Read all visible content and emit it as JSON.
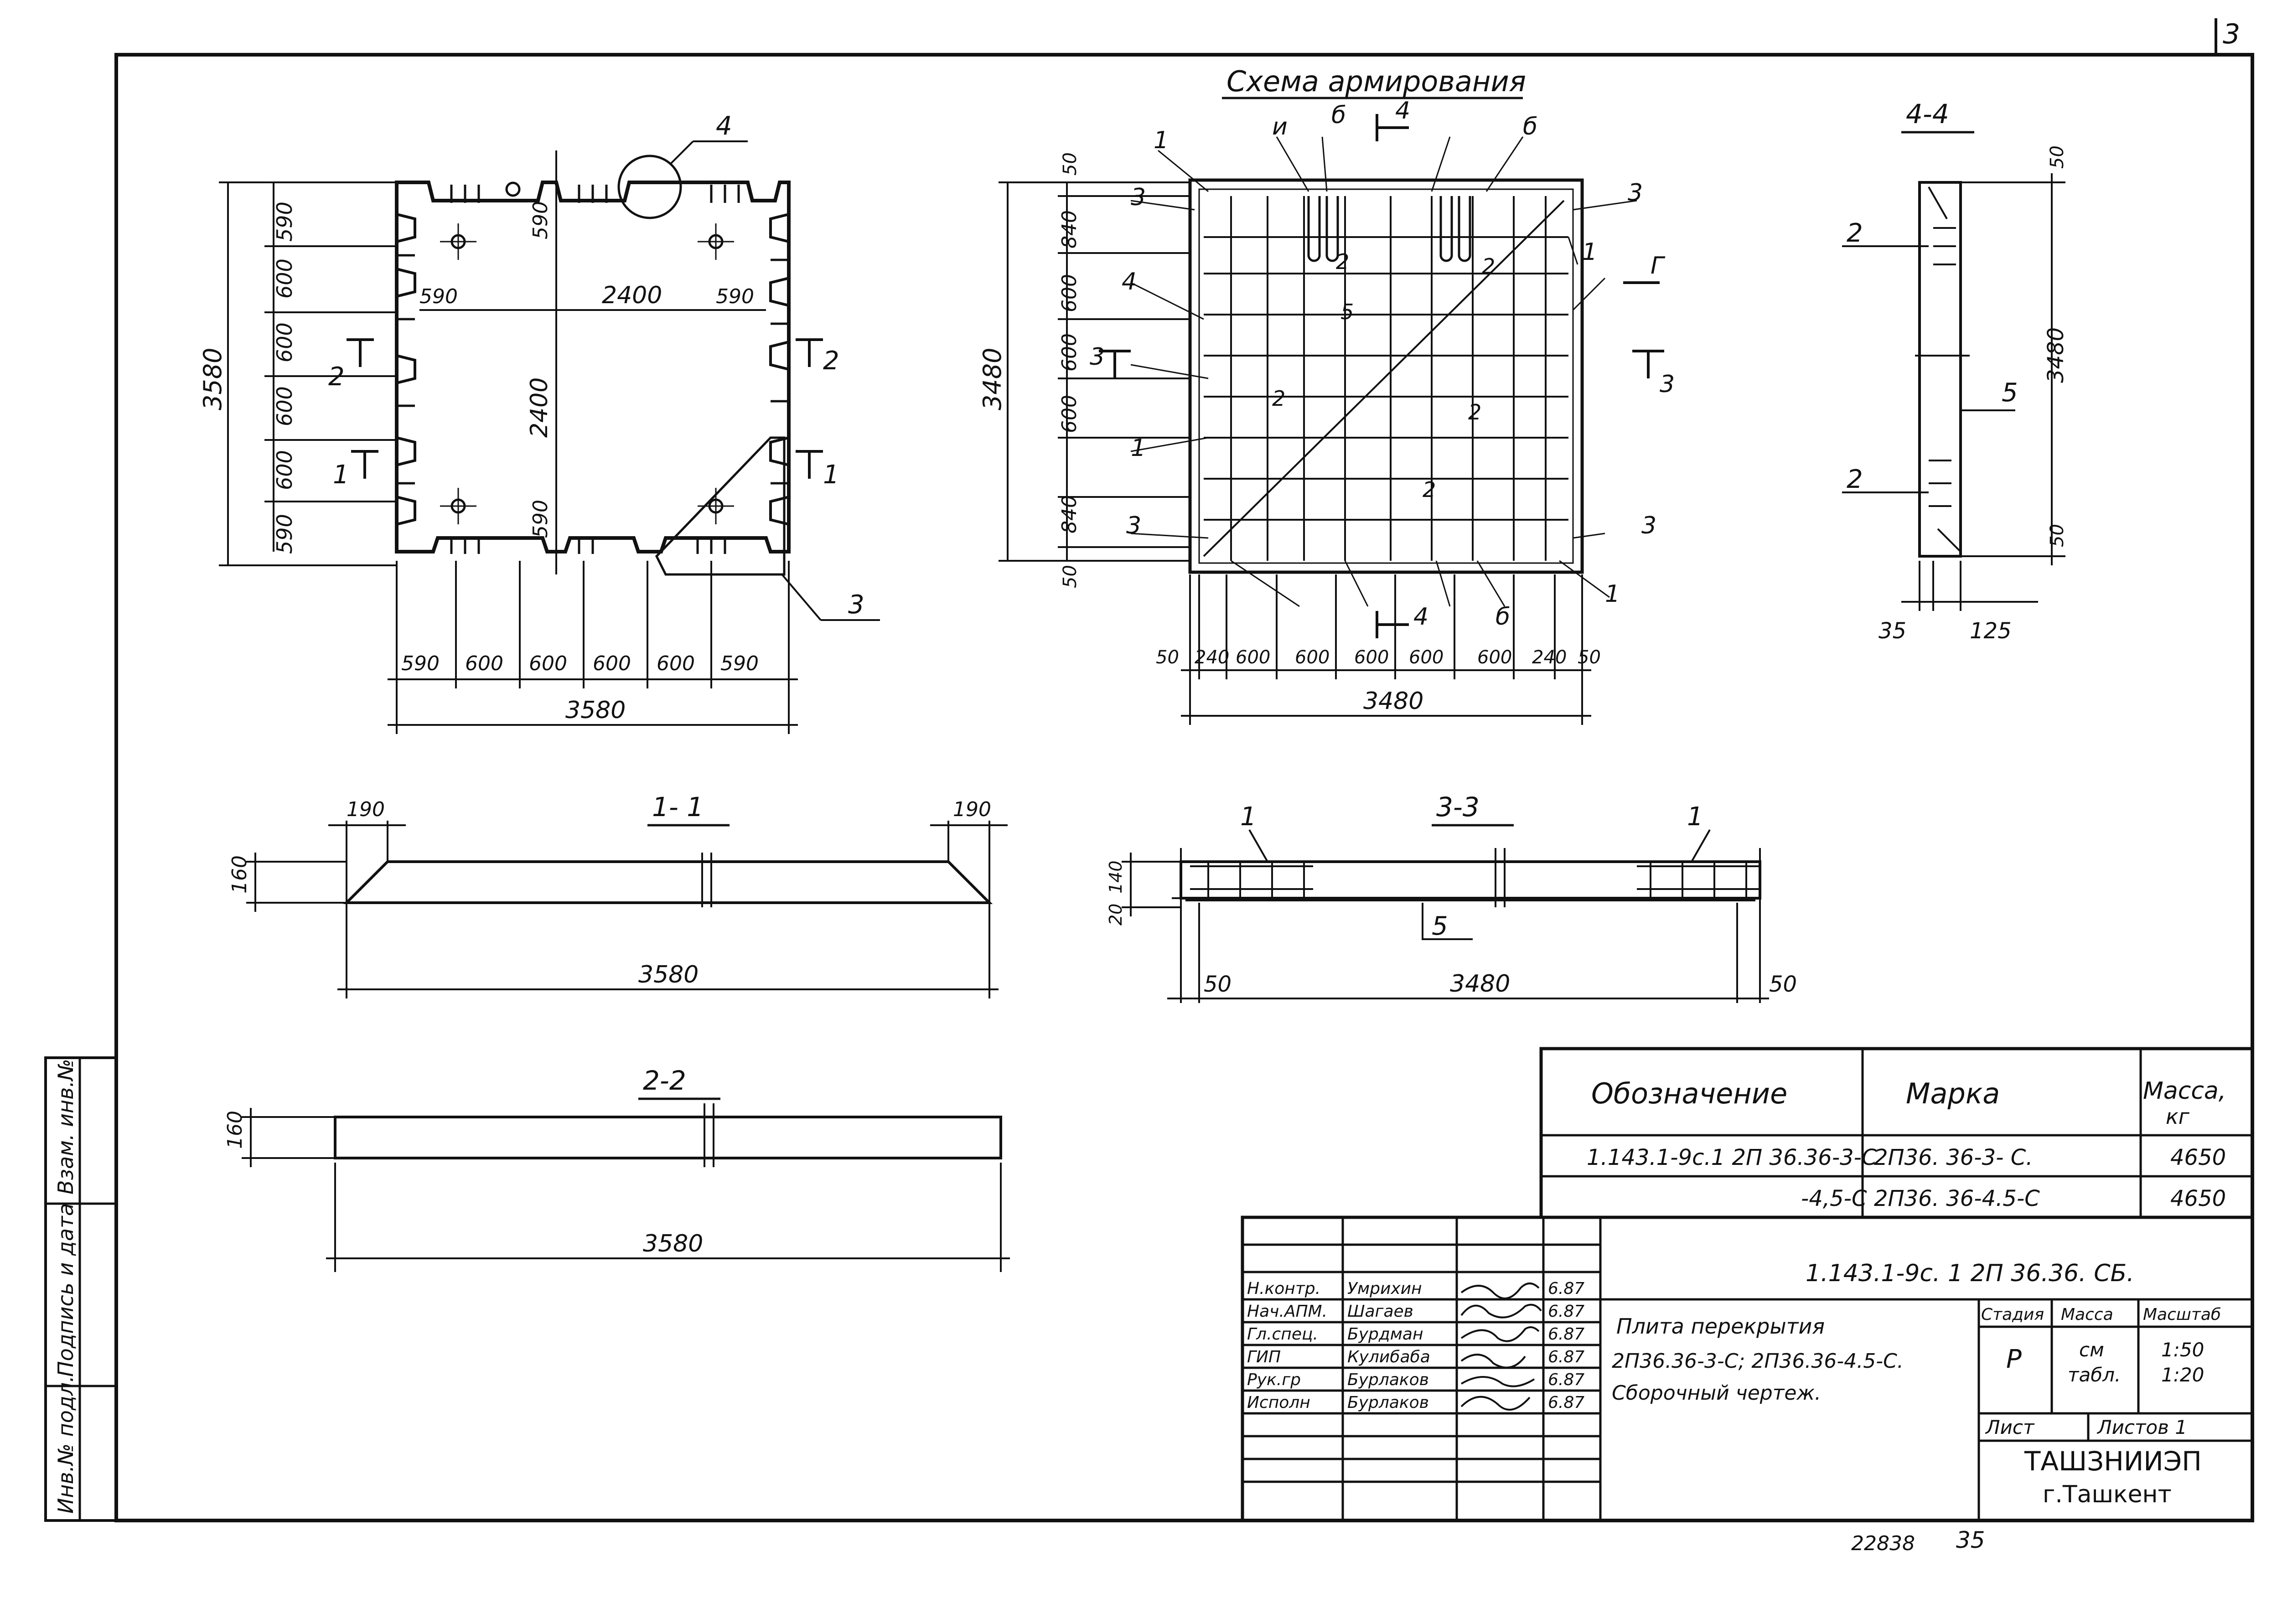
{
  "sheet_number": "3",
  "schema_title": "Схема армирования",
  "plan_left": {
    "dims_left": [
      "590",
      "600",
      "600",
      "600",
      "600",
      "590"
    ],
    "overall_left": "3580",
    "inner_w": "2400",
    "inner_h": "2400",
    "inner_top_left": "590",
    "inner_top_right": "590",
    "inner_side_top": "590",
    "inner_side_bottom": "590",
    "dims_bottom": [
      "590",
      "600",
      "600",
      "600",
      "600",
      "590"
    ],
    "overall_bottom": "3580",
    "callout_top": "4",
    "callout_bottom": "3",
    "section_marks": [
      "2",
      "2",
      "1",
      "1"
    ]
  },
  "plan_mid": {
    "dims_left": [
      "50",
      "840",
      "600",
      "600",
      "600",
      "840",
      "50"
    ],
    "overall_left": "3480",
    "dims_bottom": [
      "50",
      "240",
      "600",
      "600",
      "600",
      "600",
      "600",
      "240",
      "50"
    ],
    "overall_bottom": "3480",
    "labels": [
      "1",
      "и",
      "б",
      "4",
      "б",
      "3",
      "3",
      "4",
      "3",
      "1",
      "3",
      "1",
      "3",
      "1",
      "2",
      "2",
      "2",
      "2",
      "2",
      "5",
      "4",
      "б",
      "1",
      "Г",
      "3",
      "3"
    ]
  },
  "section_44": {
    "title": "4-4",
    "dim_top": "50",
    "dim_mid": "3480",
    "dim_bottom": "50",
    "dim_w1": "35",
    "dim_w2": "125",
    "labels": [
      "2",
      "2",
      "5"
    ]
  },
  "section_11": {
    "title": "1- 1",
    "dim_l": "190",
    "dim_r": "190",
    "dim_h": "160",
    "dim_len": "3580"
  },
  "section_33": {
    "title": "3-3",
    "dim_h1": "140",
    "dim_h2": "20",
    "dim_l": "50",
    "dim_len": "3480",
    "dim_r": "50",
    "labels": [
      "1",
      "1",
      "5"
    ]
  },
  "section_22": {
    "title": "2-2",
    "dim_h": "160",
    "dim_len": "3580"
  },
  "spec_table": {
    "headers": [
      "Обозначение",
      "Марка",
      "Масса,",
      "кг"
    ],
    "rows": [
      {
        "designation": "1.143.1-9с.1 2П 36.36-3-С",
        "mark": "2П36. 36-3- С.",
        "mass": "4650"
      },
      {
        "designation": "-4,5-С",
        "mark": "2П36. 36-4.5-С",
        "mass": "4650"
      }
    ]
  },
  "title_block": {
    "doc_code": "1.143.1-9с. 1 2П 36.36. СБ.",
    "roles": [
      "Н.контр.",
      "Нач.АПМ.",
      "Гл.спец.",
      "ГИП",
      "Рук.гр",
      "Исполн"
    ],
    "names": [
      "Умрихин",
      "Шагаев",
      "Бурдман",
      "Кулибаба",
      "Бурлаков",
      "Бурлаков"
    ],
    "dates": [
      "6.87",
      "6.87",
      "6.87",
      "6.87",
      "6.87",
      "6.87"
    ],
    "description_lines": [
      "Плита перекрытия",
      "2П36.36-3-С; 2П36.36-4.5-С.",
      "Сборочный   чертеж."
    ],
    "stage_header": "Стадия",
    "mass_header": "Масса",
    "scale_header": "Масштаб",
    "stage": "Р",
    "mass_lines": [
      "см",
      "табл."
    ],
    "scales": [
      "1:50",
      "1:20"
    ],
    "sheet_label": "Лист",
    "sheets_label": "Листов 1",
    "org_lines": [
      "ТАШЗНИИЭП",
      "г.Ташкент"
    ]
  },
  "side_stamp": [
    "Инв.№ подл.",
    "Подпись и дата",
    "Взам. инв.№"
  ],
  "footer": {
    "code": "22838",
    "number": "35"
  }
}
